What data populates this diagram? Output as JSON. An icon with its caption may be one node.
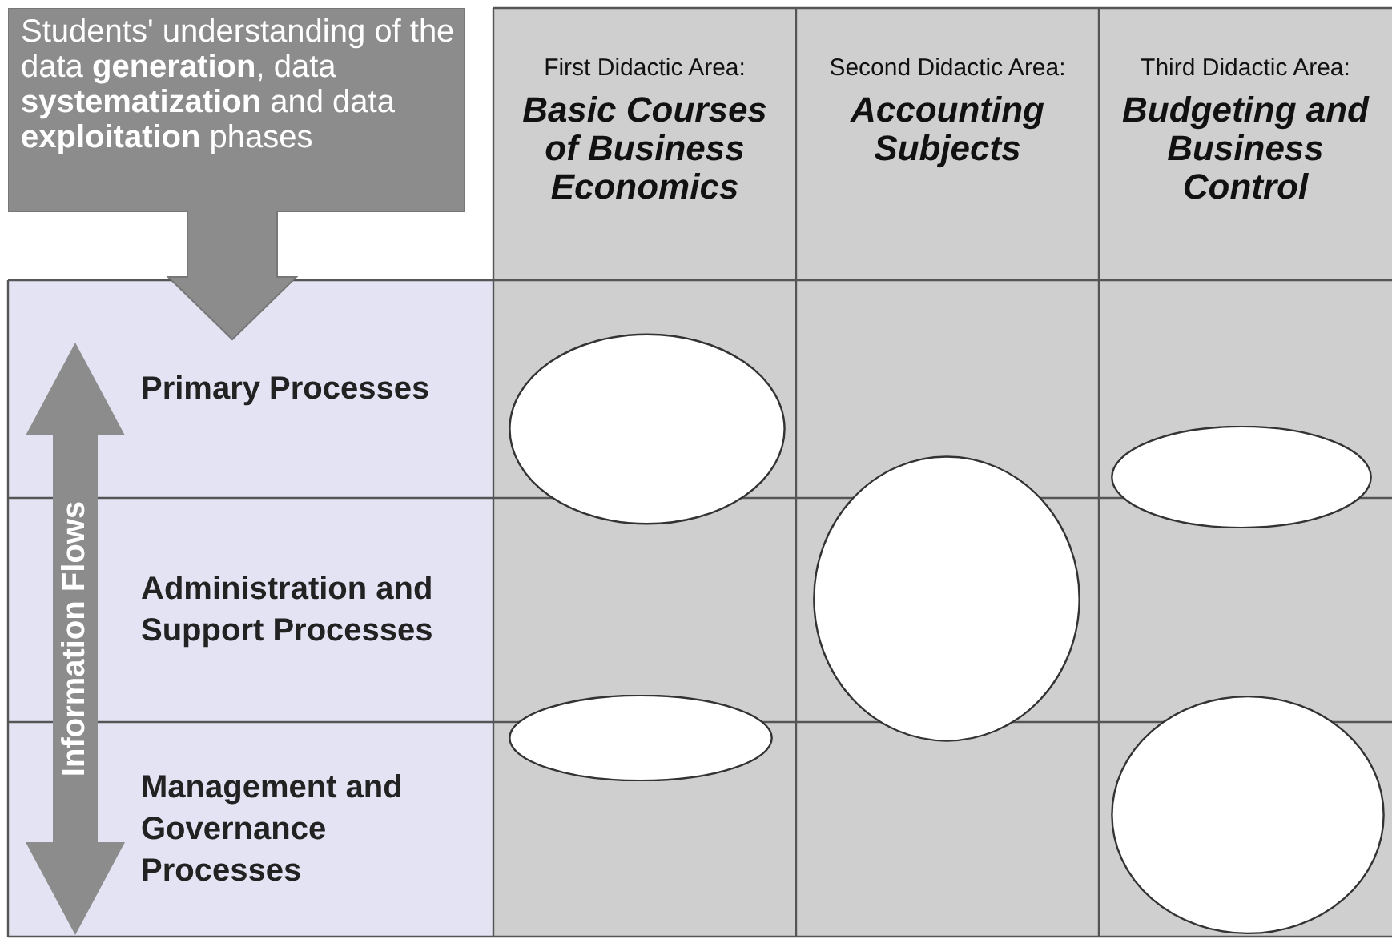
{
  "diagram": {
    "nodes": [
      {
        "text": [
          "Students' understanding of the data **generation**, data **systematization** and data **exploitation** phases"
        ]
      },
      {
        "text": [
          "First Didactic Area:",
          "Basic Courses of Business Economics"
        ]
      },
      {
        "text": [
          "Second Didactic Area:",
          "Accounting Subjects"
        ]
      },
      {
        "text": [
          "Third Didactic Area:",
          "Budgeting and Business Control"
        ]
      },
      {
        "text": [
          "Information Flows"
        ]
      },
      {
        "text": [
          "Primary Processes"
        ]
      },
      {
        "text": [
          "Administration and Support Processes"
        ]
      },
      {
        "text": [
          "Management and Governance Processes"
        ]
      },
      {
        "text": [],
        "shape": "ellipse"
      },
      {
        "text": [],
        "shape": "ellipse"
      },
      {
        "text": [],
        "shape": "ellipse"
      },
      {
        "text": [],
        "shape": "ellipse"
      },
      {
        "text": [],
        "shape": "ellipse"
      }
    ],
    "edges": []
  }
}
